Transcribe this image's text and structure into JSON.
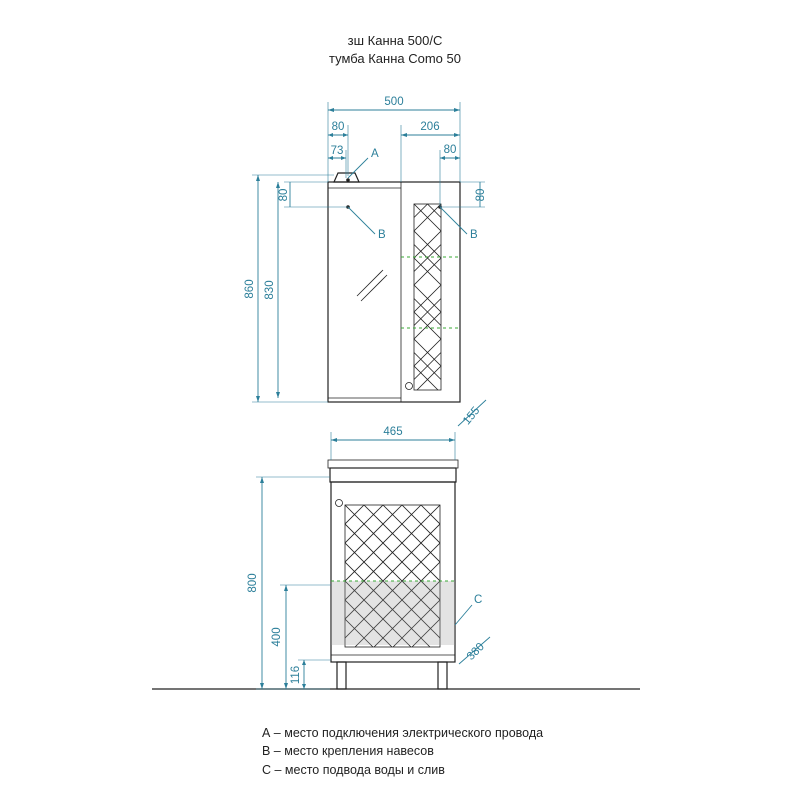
{
  "title": {
    "line1": "зш Канна 500/С",
    "line2": "тумба Канна Como 50"
  },
  "dimensions": {
    "cabinet_width": "500",
    "offset_a_80": "80",
    "offset_a_73": "73",
    "door_206": "206",
    "hinge_80_horizontal": "80",
    "hinge_80_left": "80",
    "hinge_80_right": "80",
    "height_860": "860",
    "height_830": "830",
    "depth_155": "155",
    "base_width": "465",
    "base_height_800": "800",
    "base_400": "400",
    "base_116": "116",
    "depth_380": "380"
  },
  "markers": {
    "a": "A",
    "b_left": "B",
    "b_right": "B",
    "c": "C"
  },
  "legend": [
    "А – место подключения электрического провода",
    "В – место крепления навесов",
    "С – место подвода воды и слив"
  ]
}
